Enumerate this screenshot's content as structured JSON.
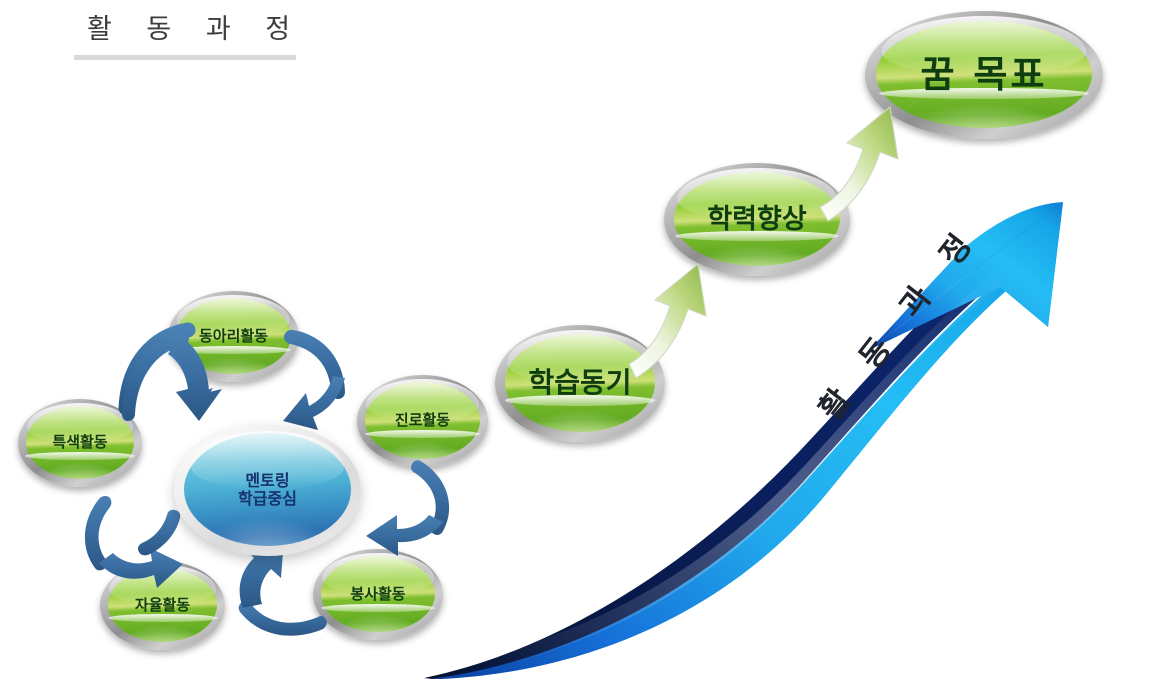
{
  "page": {
    "title": "활 동 과 정",
    "background_color": "#ffffff"
  },
  "cluster": {
    "center": {
      "line1": "멘토링",
      "line2": "학급중심",
      "fill_color": "#3a92c6",
      "text_color": "#17306e"
    },
    "satellites": [
      {
        "id": "dongari",
        "label": "동아리활동"
      },
      {
        "id": "teukssaek",
        "label": "특색활동"
      },
      {
        "id": "jinro",
        "label": "진로활동"
      },
      {
        "id": "jayul",
        "label": "자율활동"
      },
      {
        "id": "bongsa",
        "label": "봉사활동"
      }
    ],
    "arrow_color": "#3c6e9f"
  },
  "progression": {
    "steps": [
      {
        "id": "motive",
        "label": "학습동기"
      },
      {
        "id": "improve",
        "label": "학력향상"
      },
      {
        "id": "dream",
        "label": "꿈 목표"
      }
    ],
    "bubble_fill_color": "#8cc63f",
    "bubble_text_color": "#0e3d10",
    "arrow_color": "#a7c96b"
  },
  "big_arrow": {
    "caption": "활 동 과 정",
    "color_light": "#1bb8f0",
    "color_dark": "#0b1e56",
    "caption_color": "#20242c"
  }
}
